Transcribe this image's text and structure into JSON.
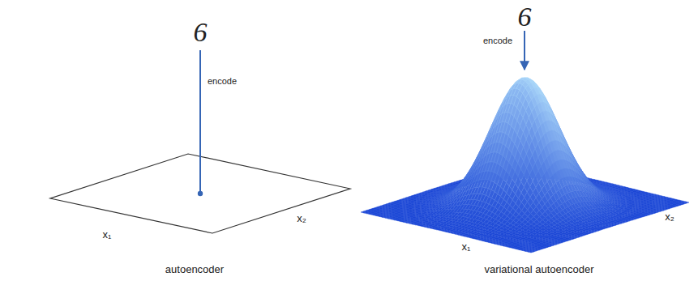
{
  "diagram": {
    "labels": [
      "6",
      "encode",
      "x₁",
      "x₂",
      "autoencoder",
      "6",
      "encode",
      "x₁",
      "x₂",
      "variational autoencoder"
    ]
  }
}
